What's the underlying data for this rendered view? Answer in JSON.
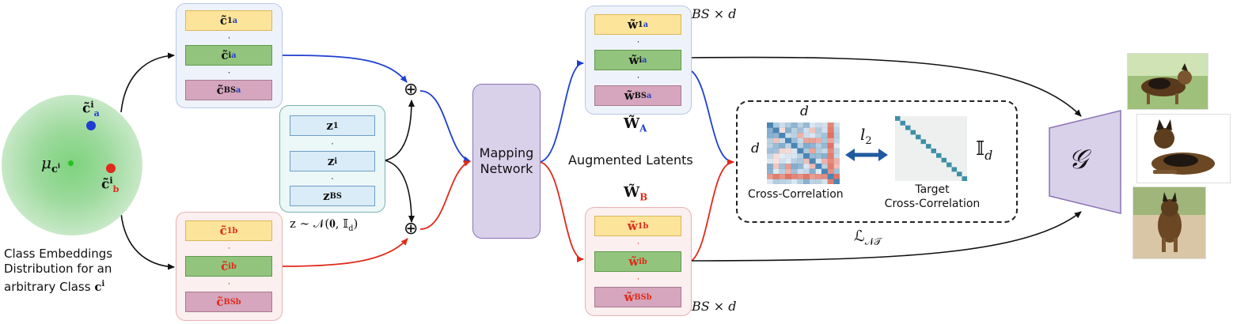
{
  "left": {
    "centroid_label": "μ",
    "centroid_sub": "c",
    "centroid_sup": "i",
    "point_a": {
      "base": "c̃",
      "sup": "i",
      "sub": "a"
    },
    "point_b": {
      "base": "c̃",
      "sup": "i",
      "sub": "b"
    },
    "caption_lines": [
      "Class Embeddings",
      "Distribution for an",
      "arbitrary Class "
    ],
    "caption_math": "c",
    "caption_math_sup": "i"
  },
  "stack_a": {
    "base": "c̃",
    "sub": "a",
    "rows": [
      "1",
      "i",
      "BS"
    ]
  },
  "stack_b": {
    "base": "c̃",
    "sub": "b",
    "rows": [
      "1",
      "i",
      "BS"
    ]
  },
  "noise": {
    "base": "z",
    "rows": [
      "1",
      "i",
      "BS"
    ],
    "dist": "z ∼ 𝒩(𝟎, 𝕀",
    "dist_sub": "d",
    "dist_end": ")"
  },
  "oplus_symbol": "⊕",
  "mapping_label_1": "Mapping",
  "mapping_label_2": "Network",
  "augmented_label": "Augmented Latents",
  "w_stack_a": {
    "base": "w̃",
    "sub": "a",
    "rows": [
      "1",
      "i",
      "BS"
    ],
    "title": "W̃",
    "title_sub": "A",
    "dim": "BS × d"
  },
  "w_stack_b": {
    "base": "w̃",
    "sub": "b",
    "rows": [
      "1",
      "i",
      "BS"
    ],
    "title": "W̃",
    "title_sub": "B",
    "dim": "BS × d"
  },
  "correlation": {
    "d_top": "d",
    "d_left": "d",
    "cross_label": "Cross-Correlation",
    "l2_label": "l",
    "l2_sub": "2",
    "target_label_1": "Target",
    "target_label_2": "Cross-Correlation",
    "identity": "𝕀",
    "identity_sub": "d"
  },
  "loss_label": "ℒ",
  "loss_sub": "𝒩𝒯",
  "generator_label": "𝒢",
  "colors": {
    "blue": "#1f3fd0",
    "red": "#e02a1a",
    "heat_blue": "#3f7fb0",
    "heat_red": "#d9604e",
    "identity_teal": "#3d8fa8"
  }
}
